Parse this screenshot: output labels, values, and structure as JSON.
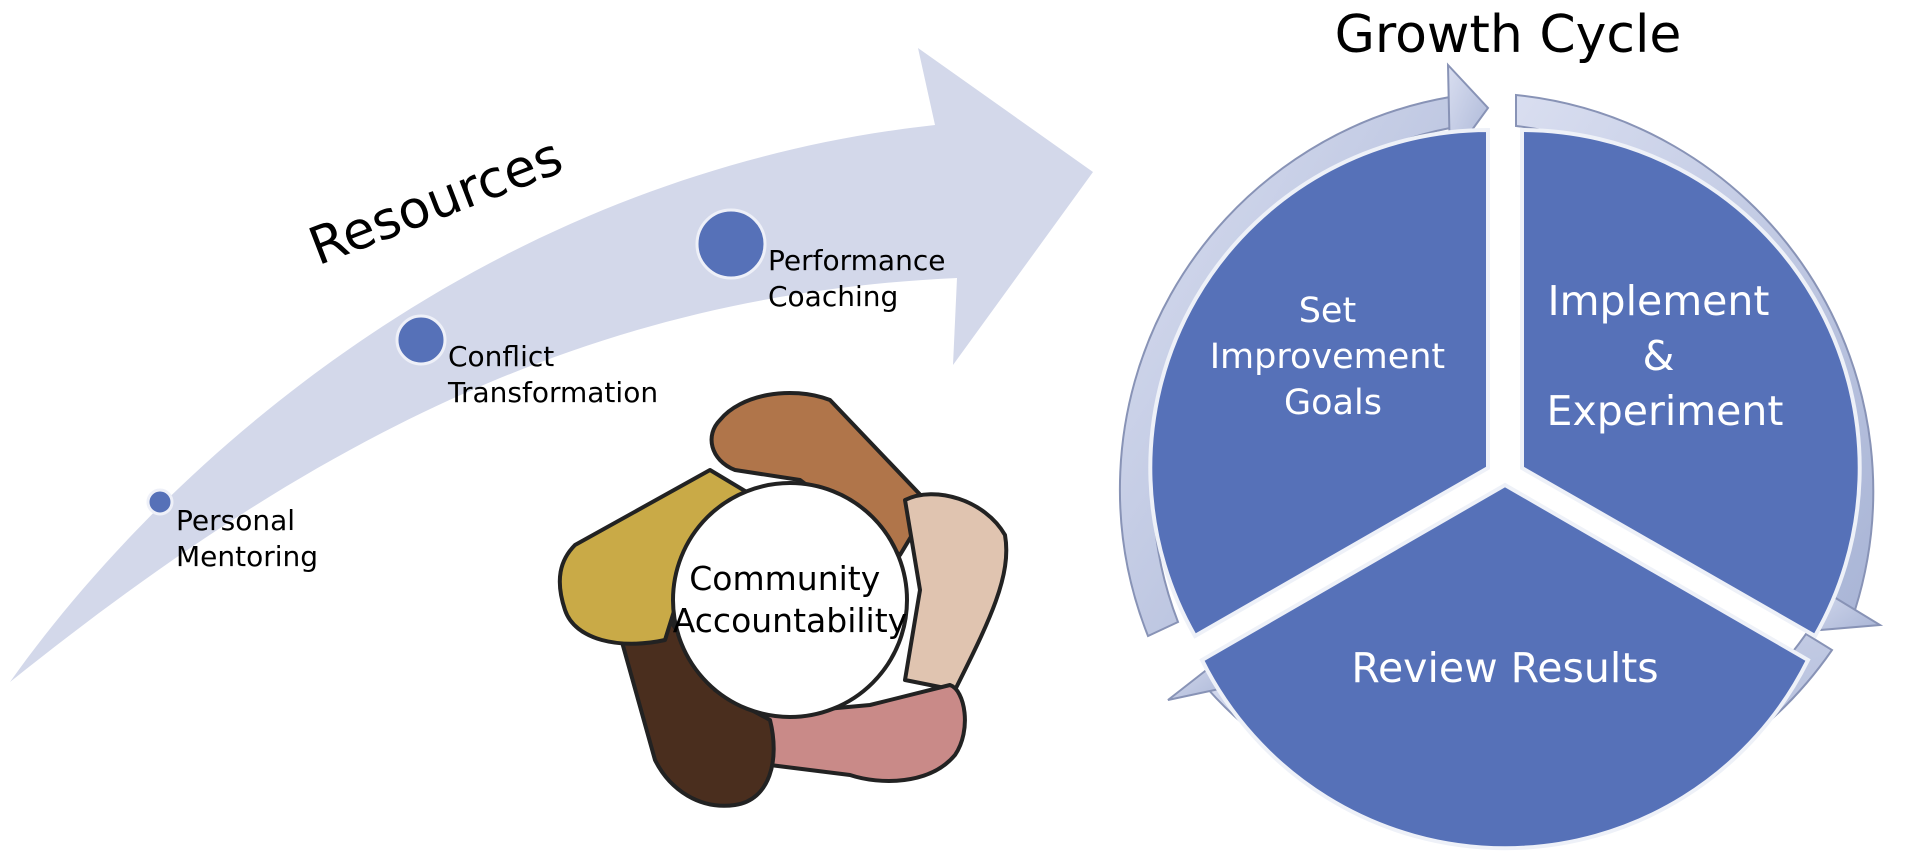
{
  "title": "Growth Cycle",
  "resources": {
    "heading": "Resources",
    "items": [
      {
        "line1": "Personal",
        "line2": "Mentoring"
      },
      {
        "line1": "Conflict",
        "line2": "Transformation"
      },
      {
        "line1": "Performance",
        "line2": "Coaching"
      }
    ]
  },
  "community": {
    "line1": "Community",
    "line2": "Accountability"
  },
  "cycle": {
    "segments": [
      {
        "lines": [
          "Set",
          "Improvement",
          "Goals"
        ]
      },
      {
        "lines": [
          "Implement",
          "&",
          "Experiment"
        ]
      },
      {
        "lines": [
          "Review Results"
        ]
      }
    ]
  },
  "colors": {
    "segment_fill": "#5671b8",
    "arrow_fill": "#d3d8ea",
    "ring_fill": "#bfc8e0",
    "dot_fill": "#5671b8",
    "hand_colors": [
      "#b0754a",
      "#e0c4b0",
      "#c98a88",
      "#4a2e1e",
      "#c9aa47"
    ]
  }
}
